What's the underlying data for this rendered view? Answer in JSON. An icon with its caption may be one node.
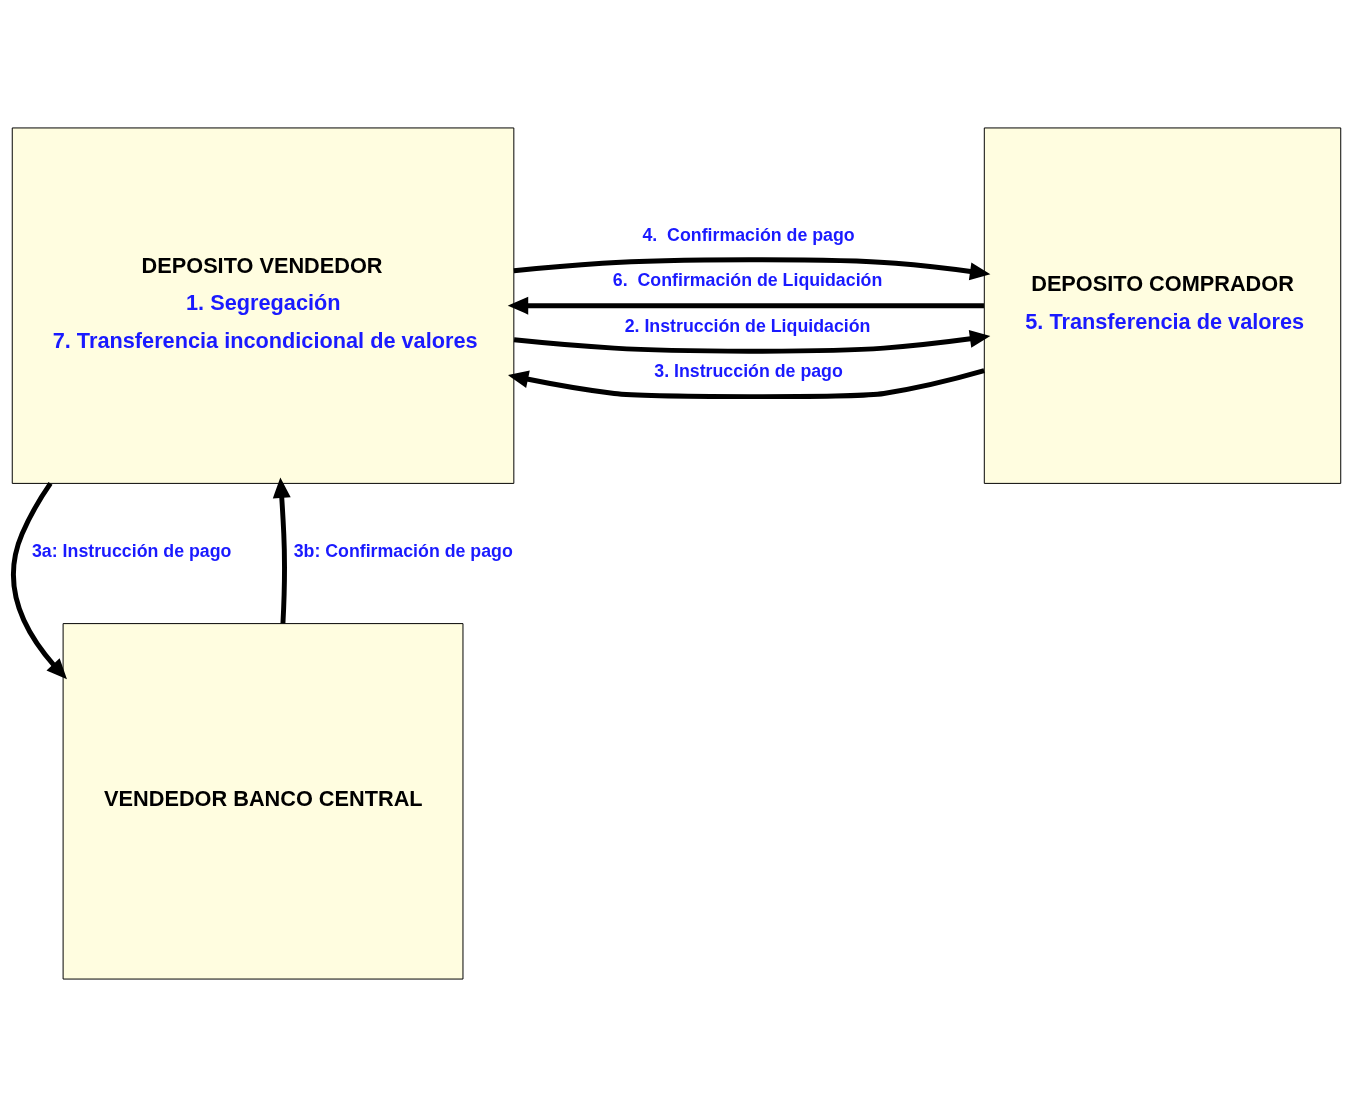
{
  "diagram": {
    "nodes": [
      {
        "text": [
          "DEPOSITO VENDEDOR",
          "1. Segregación",
          "7. Transferencia incondicional de valores"
        ]
      },
      {
        "text": [
          "DEPOSITO COMPRADOR",
          "5. Transferencia de valores"
        ]
      },
      {
        "text": [
          "VENDEDOR BANCO CENTRAL"
        ]
      }
    ],
    "edges": [
      {
        "from": 0,
        "to": 1,
        "arrow": "to",
        "label": "2. Instrucción de Liquidación"
      },
      {
        "from": 1,
        "to": 0,
        "arrow": "to",
        "label": "3. Instrucción de pago"
      },
      {
        "from": 0,
        "to": 1,
        "arrow": "to",
        "label": "4.  Confirmación de pago"
      },
      {
        "from": 1,
        "to": 0,
        "arrow": "to",
        "label": "6.  Confirmación de Liquidación"
      },
      {
        "from": 0,
        "to": 2,
        "arrow": "to",
        "label": "3a: Instrucción de pago"
      },
      {
        "from": 2,
        "to": 0,
        "arrow": "to",
        "label": "3b: Confirmación de pago"
      }
    ]
  }
}
